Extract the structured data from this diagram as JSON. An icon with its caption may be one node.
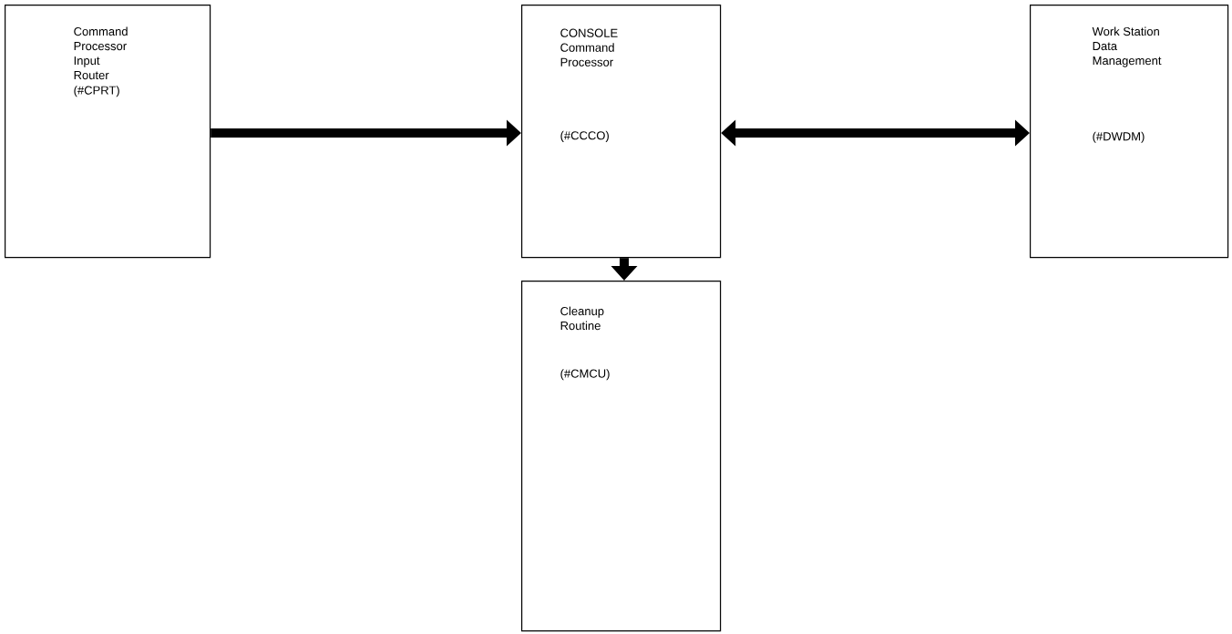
{
  "diagram": {
    "nodes": [
      {
        "text": [
          "Command Processor Input Router",
          "(#CPRT)"
        ]
      },
      {
        "text": [
          "CONSOLE Command Processor",
          "(#CCCO)"
        ]
      },
      {
        "text": [
          "Work Station Data Management",
          "(#DWDM)"
        ]
      },
      {
        "text": [
          "Cleanup Routine",
          "(#CMCU)"
        ]
      }
    ],
    "edges": [
      {
        "from": 0,
        "to": 1,
        "arrow": "to"
      },
      {
        "from": 1,
        "to": 2,
        "arrow": "both"
      },
      {
        "from": 1,
        "to": 3,
        "arrow": "to"
      }
    ]
  }
}
